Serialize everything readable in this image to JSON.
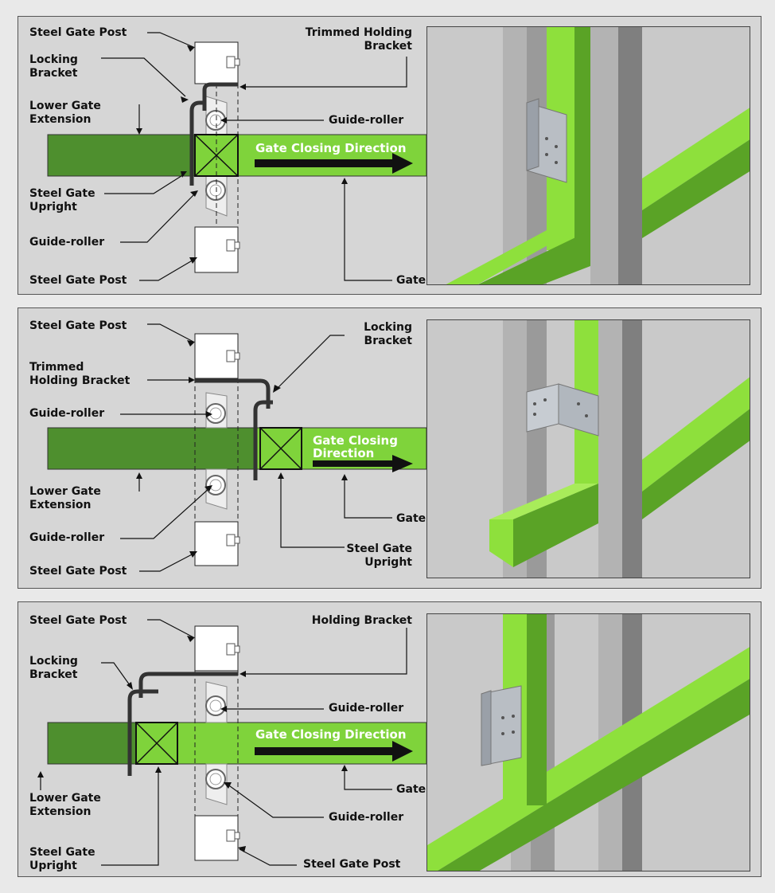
{
  "colors": {
    "extension_dark_green": "#4e8f2e",
    "gate_light_green": "#7fd33b",
    "frame_lime": "#8ee03c",
    "panel_bg": "#d6d6d6",
    "render_bg": "#c9c9c9"
  },
  "panels": [
    {
      "labels": {
        "post_top": "Steel Gate Post",
        "locking_bracket": "Locking\nBracket",
        "lower_extension": "Lower Gate\nExtension",
        "upright": "Steel Gate\nUpright",
        "roller_bottom": "Guide-roller",
        "post_bottom": "Steel Gate Post",
        "holding_bracket": "Trimmed Holding\nBracket",
        "roller_top": "Guide-roller",
        "gate": "Gate",
        "direction": "Gate Closing Direction"
      },
      "render_icon": "gate-render-closed-view"
    },
    {
      "labels": {
        "post_top": "Steel Gate Post",
        "holding_bracket": "Trimmed\nHolding Bracket",
        "roller_top": "Guide-roller",
        "lower_extension": "Lower Gate\nExtension",
        "roller_bottom": "Guide-roller",
        "post_bottom": "Steel Gate Post",
        "locking_bracket": "Locking\nBracket",
        "direction": "Gate Closing\nDirection",
        "gate": "Gate",
        "upright": "Steel Gate\nUpright"
      },
      "render_icon": "gate-render-partially-open-view"
    },
    {
      "labels": {
        "post_top": "Steel Gate Post",
        "locking_bracket": "Locking\nBracket",
        "lower_extension": "Lower Gate\nExtension",
        "upright": "Steel Gate\nUpright",
        "holding_bracket": "Holding Bracket",
        "roller_top": "Guide-roller",
        "direction": "Gate Closing Direction",
        "gate": "Gate",
        "roller_bottom": "Guide-roller",
        "post_bottom": "Steel Gate Post"
      },
      "render_icon": "gate-render-open-view"
    }
  ]
}
